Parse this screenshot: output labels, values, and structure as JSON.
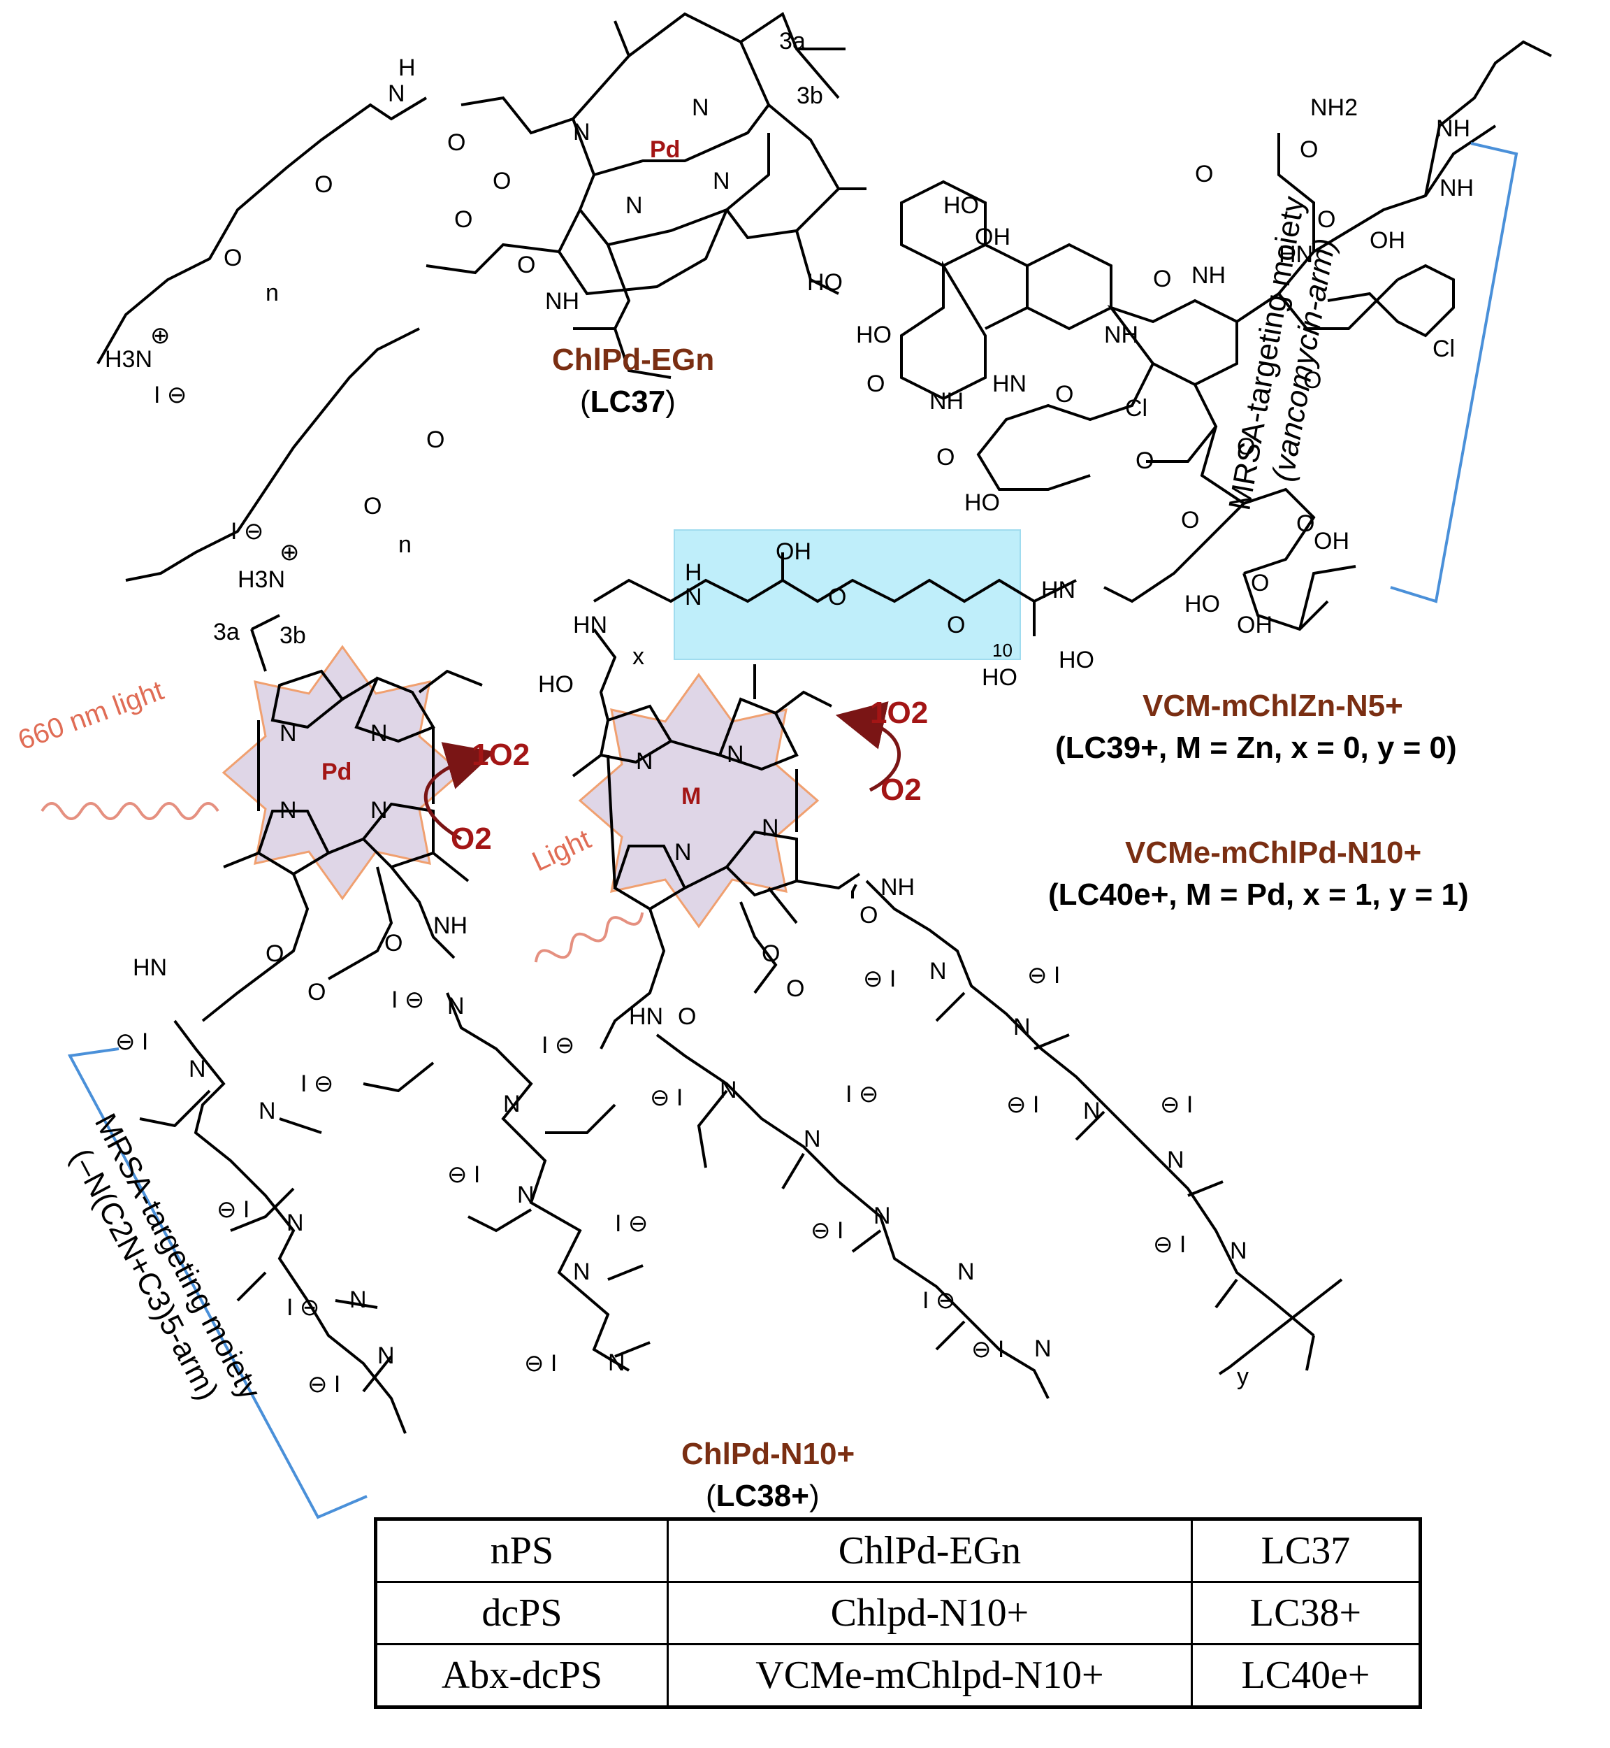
{
  "atoms": {
    "N": "N",
    "Pd": "Pd",
    "M": "M",
    "O": "O",
    "NH": "NH",
    "HN": "HN",
    "NH2": "NH2",
    "HO": "HO",
    "OH": "OH",
    "Cl": "Cl",
    "H3N": "H3N",
    "I": "I",
    "n": "n",
    "x": "x",
    "y": "y",
    "ten": "10"
  },
  "positions": {
    "pos_3a": "3a",
    "pos_3b": "3b"
  },
  "annotations": {
    "light_660": "660 nm light",
    "light": "Light",
    "singlet_o2": "1O2",
    "o2": "O2"
  },
  "compounds": {
    "lc37": {
      "name": "ChlPd-EGn",
      "code": "LC37"
    },
    "lc38": {
      "name": "ChlPd-N10+",
      "code": "LC38+"
    },
    "lc39": {
      "name": "VCM-mChlZn-N5+",
      "code": "(LC39+, M = Zn, x = 0, y = 0)"
    },
    "lc40": {
      "name": "VCMe-mChlPd-N10+",
      "code": "(LC40e+, M = Pd, x = 1, y = 1)"
    }
  },
  "brackets": {
    "vancomycin": {
      "line1": "MRSA-targeting moiety",
      "line2": "(vancomycin-arm)"
    },
    "cation": {
      "line1": "MRSA-targeting moiety",
      "line2": "(–N(C2N+C3)5-arm)"
    }
  },
  "table": {
    "rows": [
      {
        "type": "nPS",
        "name": "ChlPd-EGn",
        "code": "LC37"
      },
      {
        "type": "dcPS",
        "name": "Chlpd-N10+",
        "code": "LC38+"
      },
      {
        "type": "Abx-dcPS",
        "name": "VCMe-mChlpd-N10+",
        "code": "LC40e+"
      }
    ]
  },
  "colors": {
    "brown": "#7a2e12",
    "red": "#a31515",
    "salmon": "#e06c55",
    "star_fill": "#d9cfe3",
    "star_edge": "#f0a070",
    "highlight": "#bfeefa",
    "bracket": "#4a90d9"
  }
}
